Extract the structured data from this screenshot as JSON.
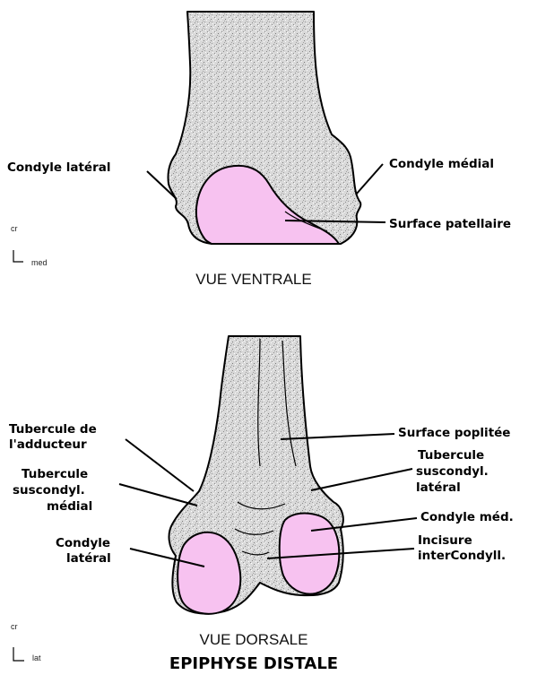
{
  "colors": {
    "bone": "#d9d9d9",
    "cartilage": "#f7c2f0",
    "outline": "#000000"
  },
  "ventral": {
    "labels": {
      "condyle_lateral": "Condyle latéral",
      "condyle_medial": "Condyle médial",
      "surface_patellaire": "Surface patellaire"
    },
    "caption": "VUE VENTRALE",
    "orientation": {
      "up": "cr",
      "side": "med"
    }
  },
  "dorsal": {
    "labels": {
      "tubercule_adducteur_1": "Tubercule de",
      "tubercule_adducteur_2": "l'adducteur",
      "tubercule_sus_medial_1": "Tubercule",
      "tubercule_sus_medial_2": "suscondyl.",
      "tubercule_sus_medial_3": "médial",
      "condyle_lateral_1": "Condyle",
      "condyle_lateral_2": "latéral",
      "surface_poplitee": "Surface poplitée",
      "tubercule_sus_lateral_1": "Tubercule",
      "tubercule_sus_lateral_2": "suscondyl.",
      "tubercule_sus_lateral_3": "latéral",
      "condyle_med": "Condyle méd.",
      "incisure_1": "Incisure",
      "incisure_2": "interCondyll."
    },
    "caption": "VUE DORSALE",
    "orientation": {
      "up": "cr",
      "side": "lat"
    }
  },
  "title": "EPIPHYSE DISTALE"
}
